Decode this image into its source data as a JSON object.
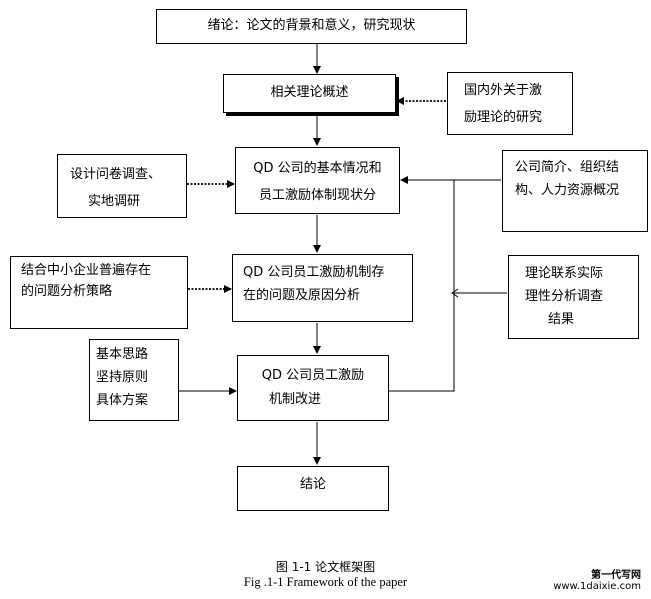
{
  "boxes": {
    "intro": "绪论：论文的背景和意义，研究现状",
    "theory": "相关理论概述",
    "domestic_line1": "国内外关于激",
    "domestic_line2": "励理论的研究",
    "survey_line1": "设计问卷调查、",
    "survey_line2": "实地调研",
    "status_line1": "QD 公司的基本情况和",
    "status_line2": "员工激励体制现状分",
    "company_line1": "公司简介、组织结",
    "company_line2": "构、人力资源概况",
    "sme_line1": "结合中小企业普遍存在",
    "sme_line2": "的问题分析策略",
    "problems_line1": "QD 公司员工激励机制存",
    "problems_line2": "在的问题及原因分析",
    "practice_line1": "理论联系实际",
    "practice_line2": "理性分析调查",
    "practice_line3": "结果",
    "basis_line1": "基本思路",
    "basis_line2": "坚持原则",
    "basis_line3": "具体方案",
    "improve_line1": "QD 公司员工激励",
    "improve_line2": "机制改进",
    "conclusion": "结论"
  },
  "caption": {
    "cn": "图 1-1  论文框架图",
    "en": "Fig .1-1 Framework of the paper"
  },
  "watermark": {
    "line1": "第一代写网",
    "line2": "www.1daixie.com"
  }
}
